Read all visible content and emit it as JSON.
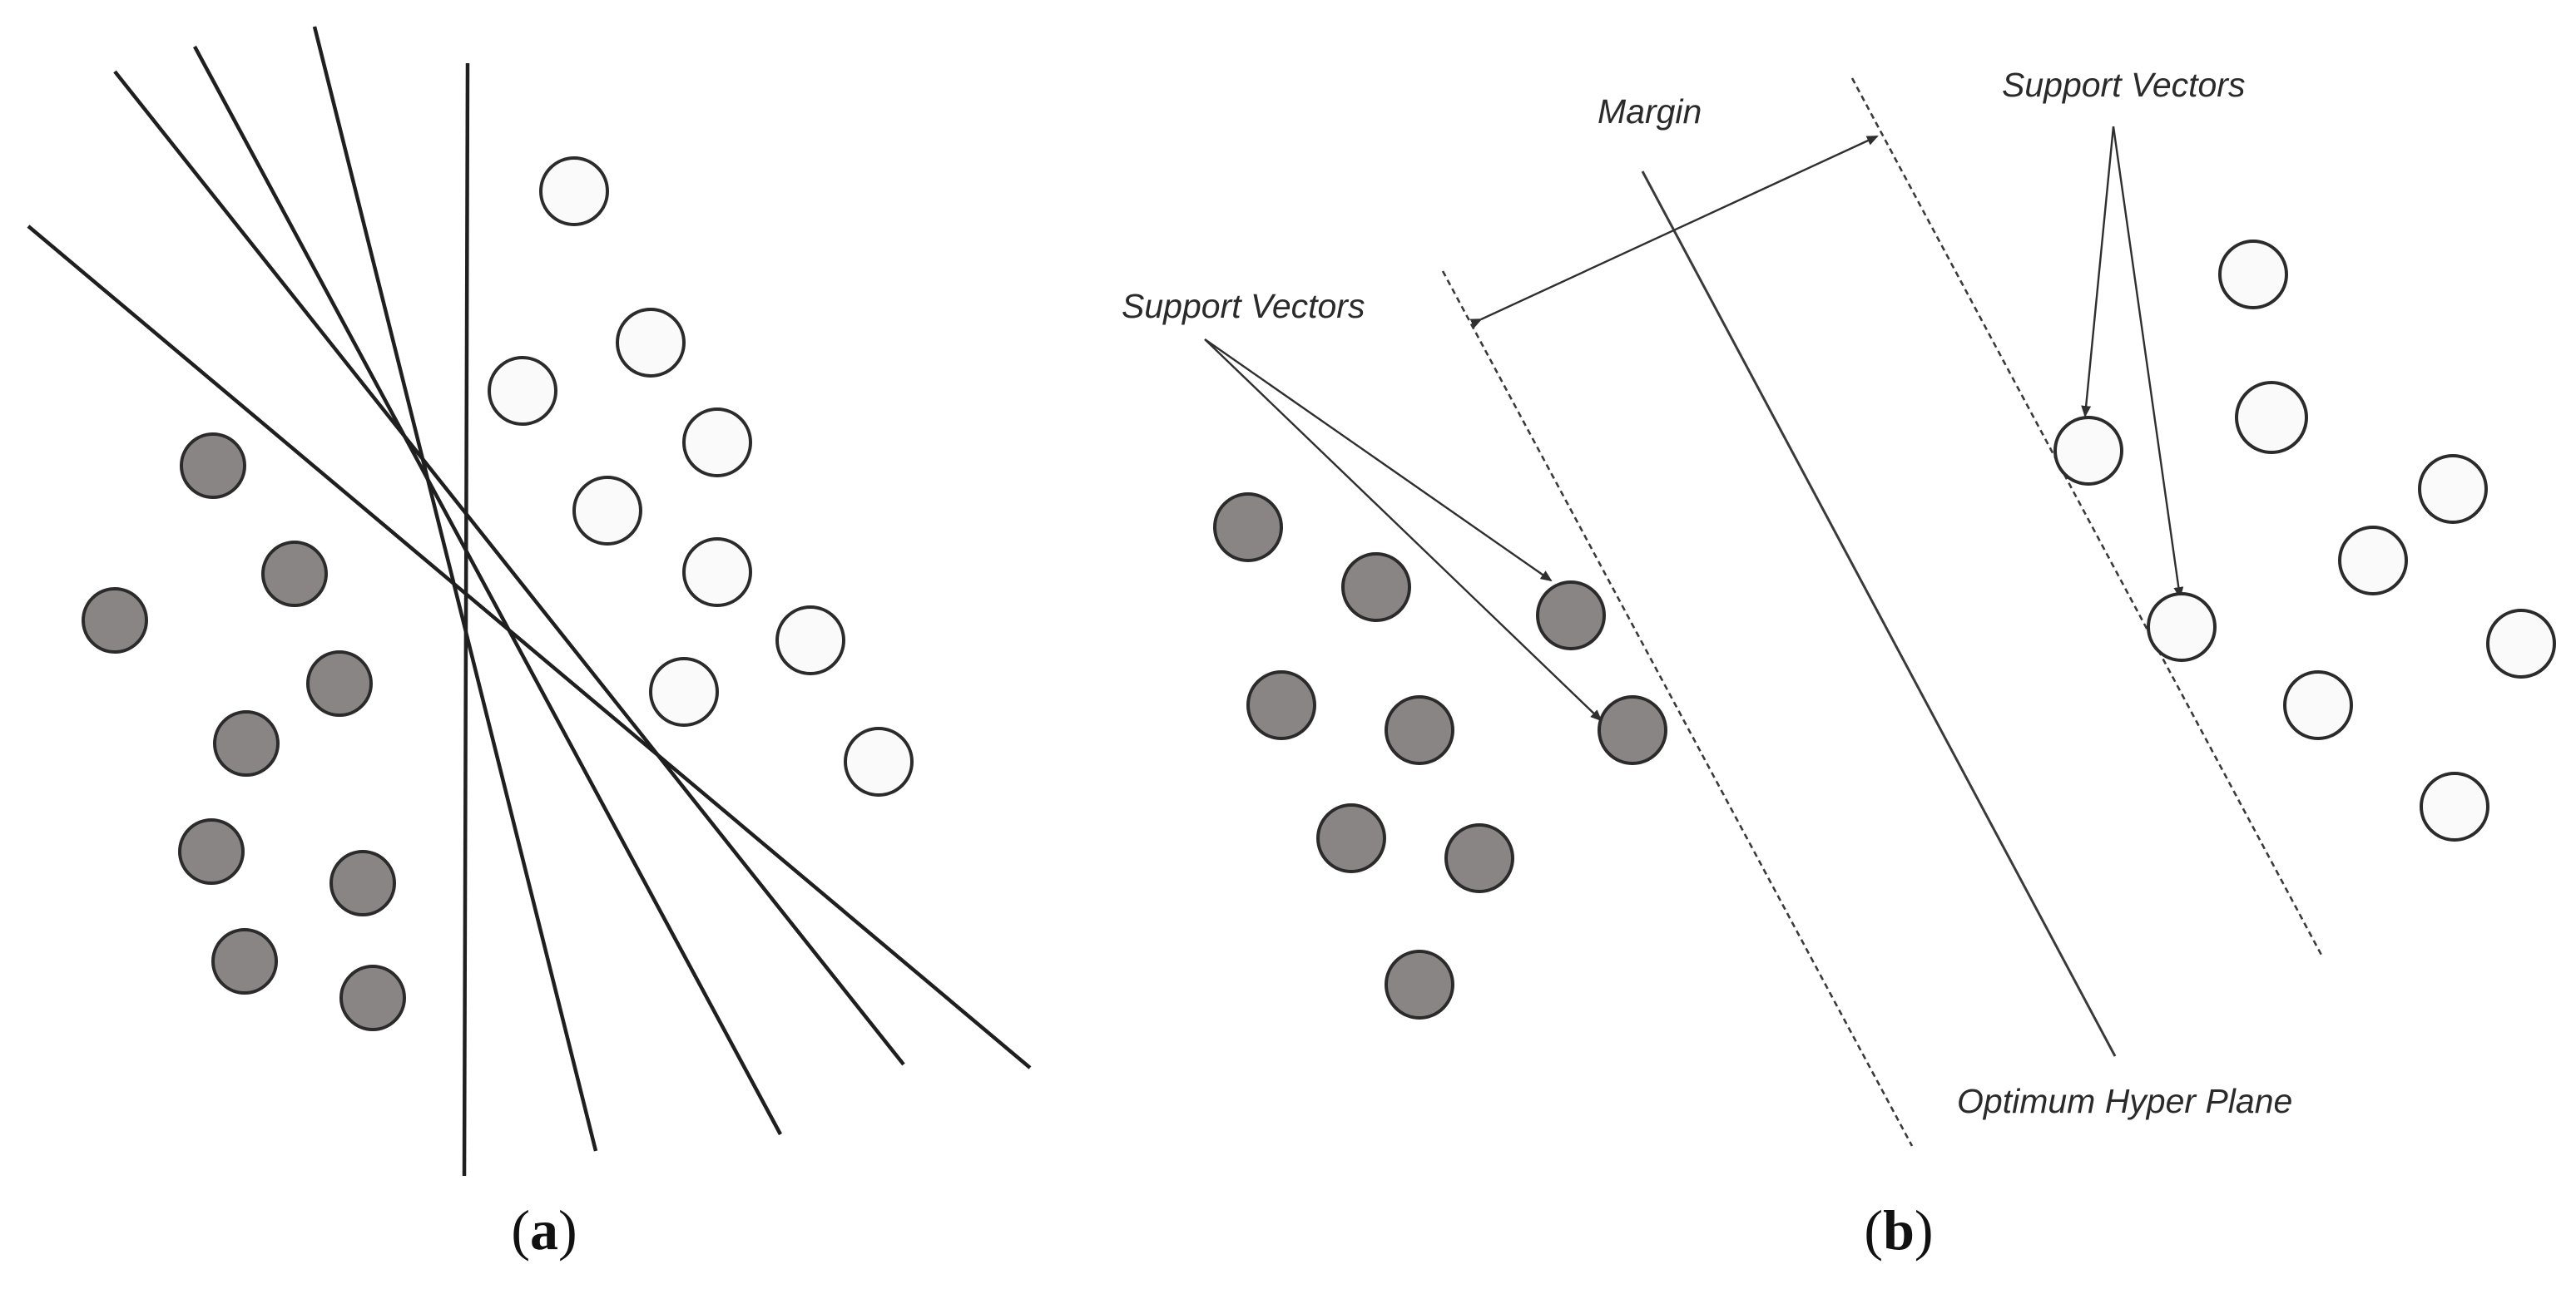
{
  "panels": {
    "a": {
      "label_open": "(",
      "label_letter": "a",
      "label_close": ")"
    },
    "b": {
      "label_open": "(",
      "label_letter": "b",
      "label_close": ")",
      "annotations": {
        "margin": "Margin",
        "support_vectors_top": "Support Vectors",
        "support_vectors_left": "Support Vectors",
        "optimum_hyper_plane": "Optimum Hyper Plane"
      }
    }
  },
  "colors": {
    "class_dark_fill": "#8a8585",
    "class_light_fill": "#fafafa",
    "outline": "#2b2b2b"
  }
}
